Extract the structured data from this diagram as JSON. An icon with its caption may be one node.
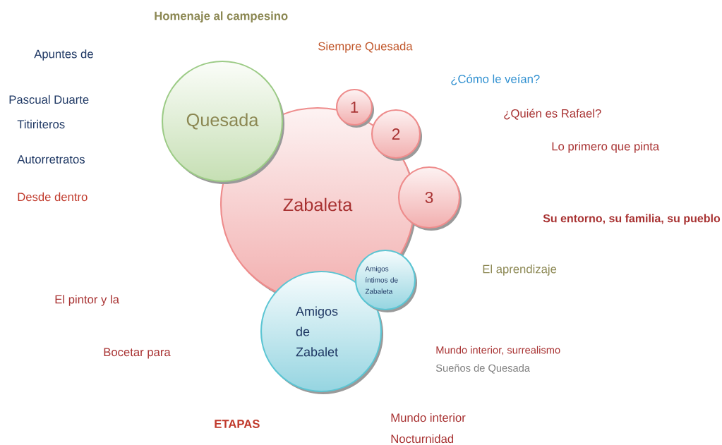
{
  "diagram": {
    "nodes": [
      {
        "text": [
          "Quesada"
        ]
      },
      {
        "text": [
          "Zabaleta"
        ]
      },
      {
        "text": [
          "1"
        ]
      },
      {
        "text": [
          "2"
        ]
      },
      {
        "text": [
          "3"
        ]
      },
      {
        "text": [
          "Amigos íntimos de Zabaleta"
        ]
      },
      {
        "text": [
          "Amigos de Zabalet"
        ]
      }
    ],
    "labels": [
      "Homenaje al campesino",
      "Siempre Quesada",
      "Apuntes de",
      "¿Cómo le veían?",
      "Pascual Duarte",
      "¿Quién es Rafael?",
      "Titiriteros",
      "Lo primero que pinta",
      "Autorretratos",
      "Desde dentro",
      "Su entorno, su familia, su pueblo",
      "El aprendizaje",
      "El pintor y la",
      "Mundo interior, surrealismo",
      "Bocetar para",
      "Sueños de Quesada",
      "Mundo interior",
      "ETAPAS",
      "Nocturnidad"
    ]
  }
}
